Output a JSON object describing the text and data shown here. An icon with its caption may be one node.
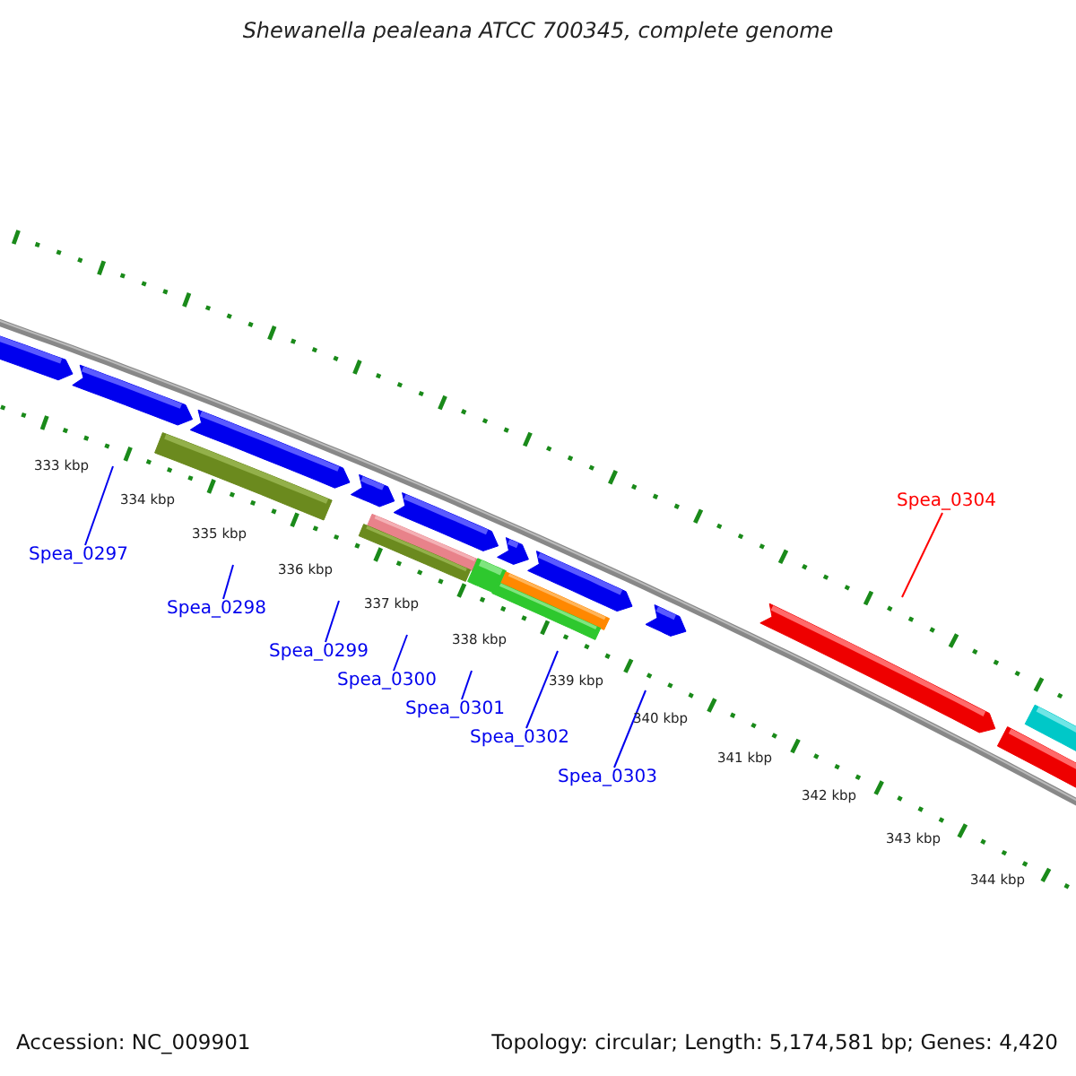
{
  "diagram": {
    "title": "Shewanella pealeana ATCC 700345, complete genome",
    "nodes": [
      {
        "text": [
          "Spea_0297"
        ]
      },
      {
        "text": [
          "Spea_0298"
        ]
      },
      {
        "text": [
          "Spea_0299"
        ]
      },
      {
        "text": [
          "Spea_0300"
        ]
      },
      {
        "text": [
          "Spea_0301"
        ]
      },
      {
        "text": [
          "Spea_0302"
        ]
      },
      {
        "text": [
          "Spea_0303"
        ]
      },
      {
        "text": [
          "Spea_0304"
        ]
      }
    ],
    "edges": [
      {
        "from": 0,
        "to": null,
        "arrow": "none"
      },
      {
        "from": 1,
        "to": null,
        "arrow": "none"
      },
      {
        "from": 2,
        "to": null,
        "arrow": "none"
      },
      {
        "from": 3,
        "to": null,
        "arrow": "none"
      },
      {
        "from": 4,
        "to": null,
        "arrow": "none"
      },
      {
        "from": 5,
        "to": null,
        "arrow": "none"
      },
      {
        "from": 6,
        "to": null,
        "arrow": "none"
      },
      {
        "from": 7,
        "to": null,
        "arrow": "none",
        "color": "#ff0000"
      }
    ],
    "labels": [
      "333 kbp",
      "334 kbp",
      "335 kbp",
      "336 kbp",
      "337 kbp",
      "338 kbp",
      "339 kbp",
      "340 kbp",
      "341 kbp",
      "342 kbp",
      "343 kbp",
      "344 kbp",
      "Accession: NC_009901",
      "Topology: circular; Length: 5,174,581 bp; Genes: 4,420"
    ]
  }
}
